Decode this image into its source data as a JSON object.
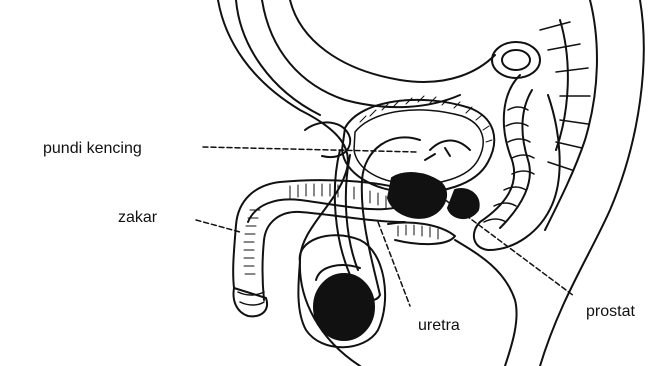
{
  "labels": {
    "bladder": "pundi kencing",
    "penis": "zakar",
    "urethra": "uretra",
    "prostate": "prostat"
  },
  "colors": {
    "ink": "#111111",
    "background": "#ffffff"
  }
}
